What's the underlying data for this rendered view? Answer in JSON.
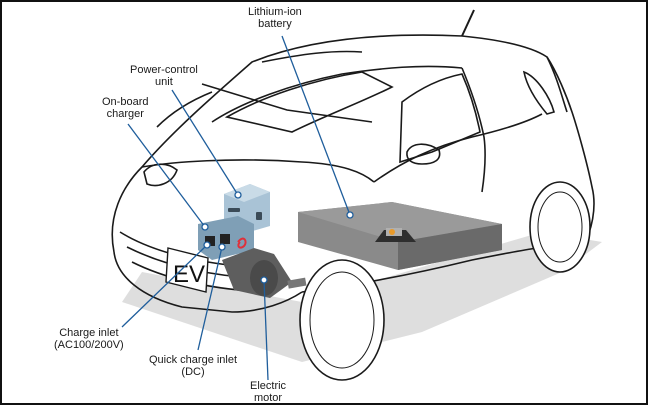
{
  "diagram": {
    "subject": "Electric vehicle component layout (cutaway)",
    "colors": {
      "leader_line": "#1f5e9c",
      "outline": "#1a1a1a",
      "component_blue": "#a9c3d6",
      "component_blue_dark": "#7f9fb6",
      "battery_gray": "#8a8a8a",
      "battery_gray_dark": "#6a6a6a",
      "motor_gray": "#5e5e5e",
      "shadow_gray": "#c8c8c8",
      "cable_red": "#e0303a",
      "terminal_orange": "#e89a2a"
    },
    "plate_text": "EV",
    "labels": [
      {
        "id": "lithium-ion-battery",
        "lines": [
          "Lithium-ion",
          "battery"
        ]
      },
      {
        "id": "power-control-unit",
        "lines": [
          "Power-control",
          "unit"
        ]
      },
      {
        "id": "on-board-charger",
        "lines": [
          "On-board",
          "charger"
        ]
      },
      {
        "id": "charge-inlet",
        "lines": [
          "Charge inlet",
          "(AC100/200V)"
        ]
      },
      {
        "id": "quick-charge-inlet",
        "lines": [
          "Quick charge inlet",
          "(DC)"
        ]
      },
      {
        "id": "electric-motor",
        "lines": [
          "Electric",
          "motor"
        ]
      }
    ]
  }
}
